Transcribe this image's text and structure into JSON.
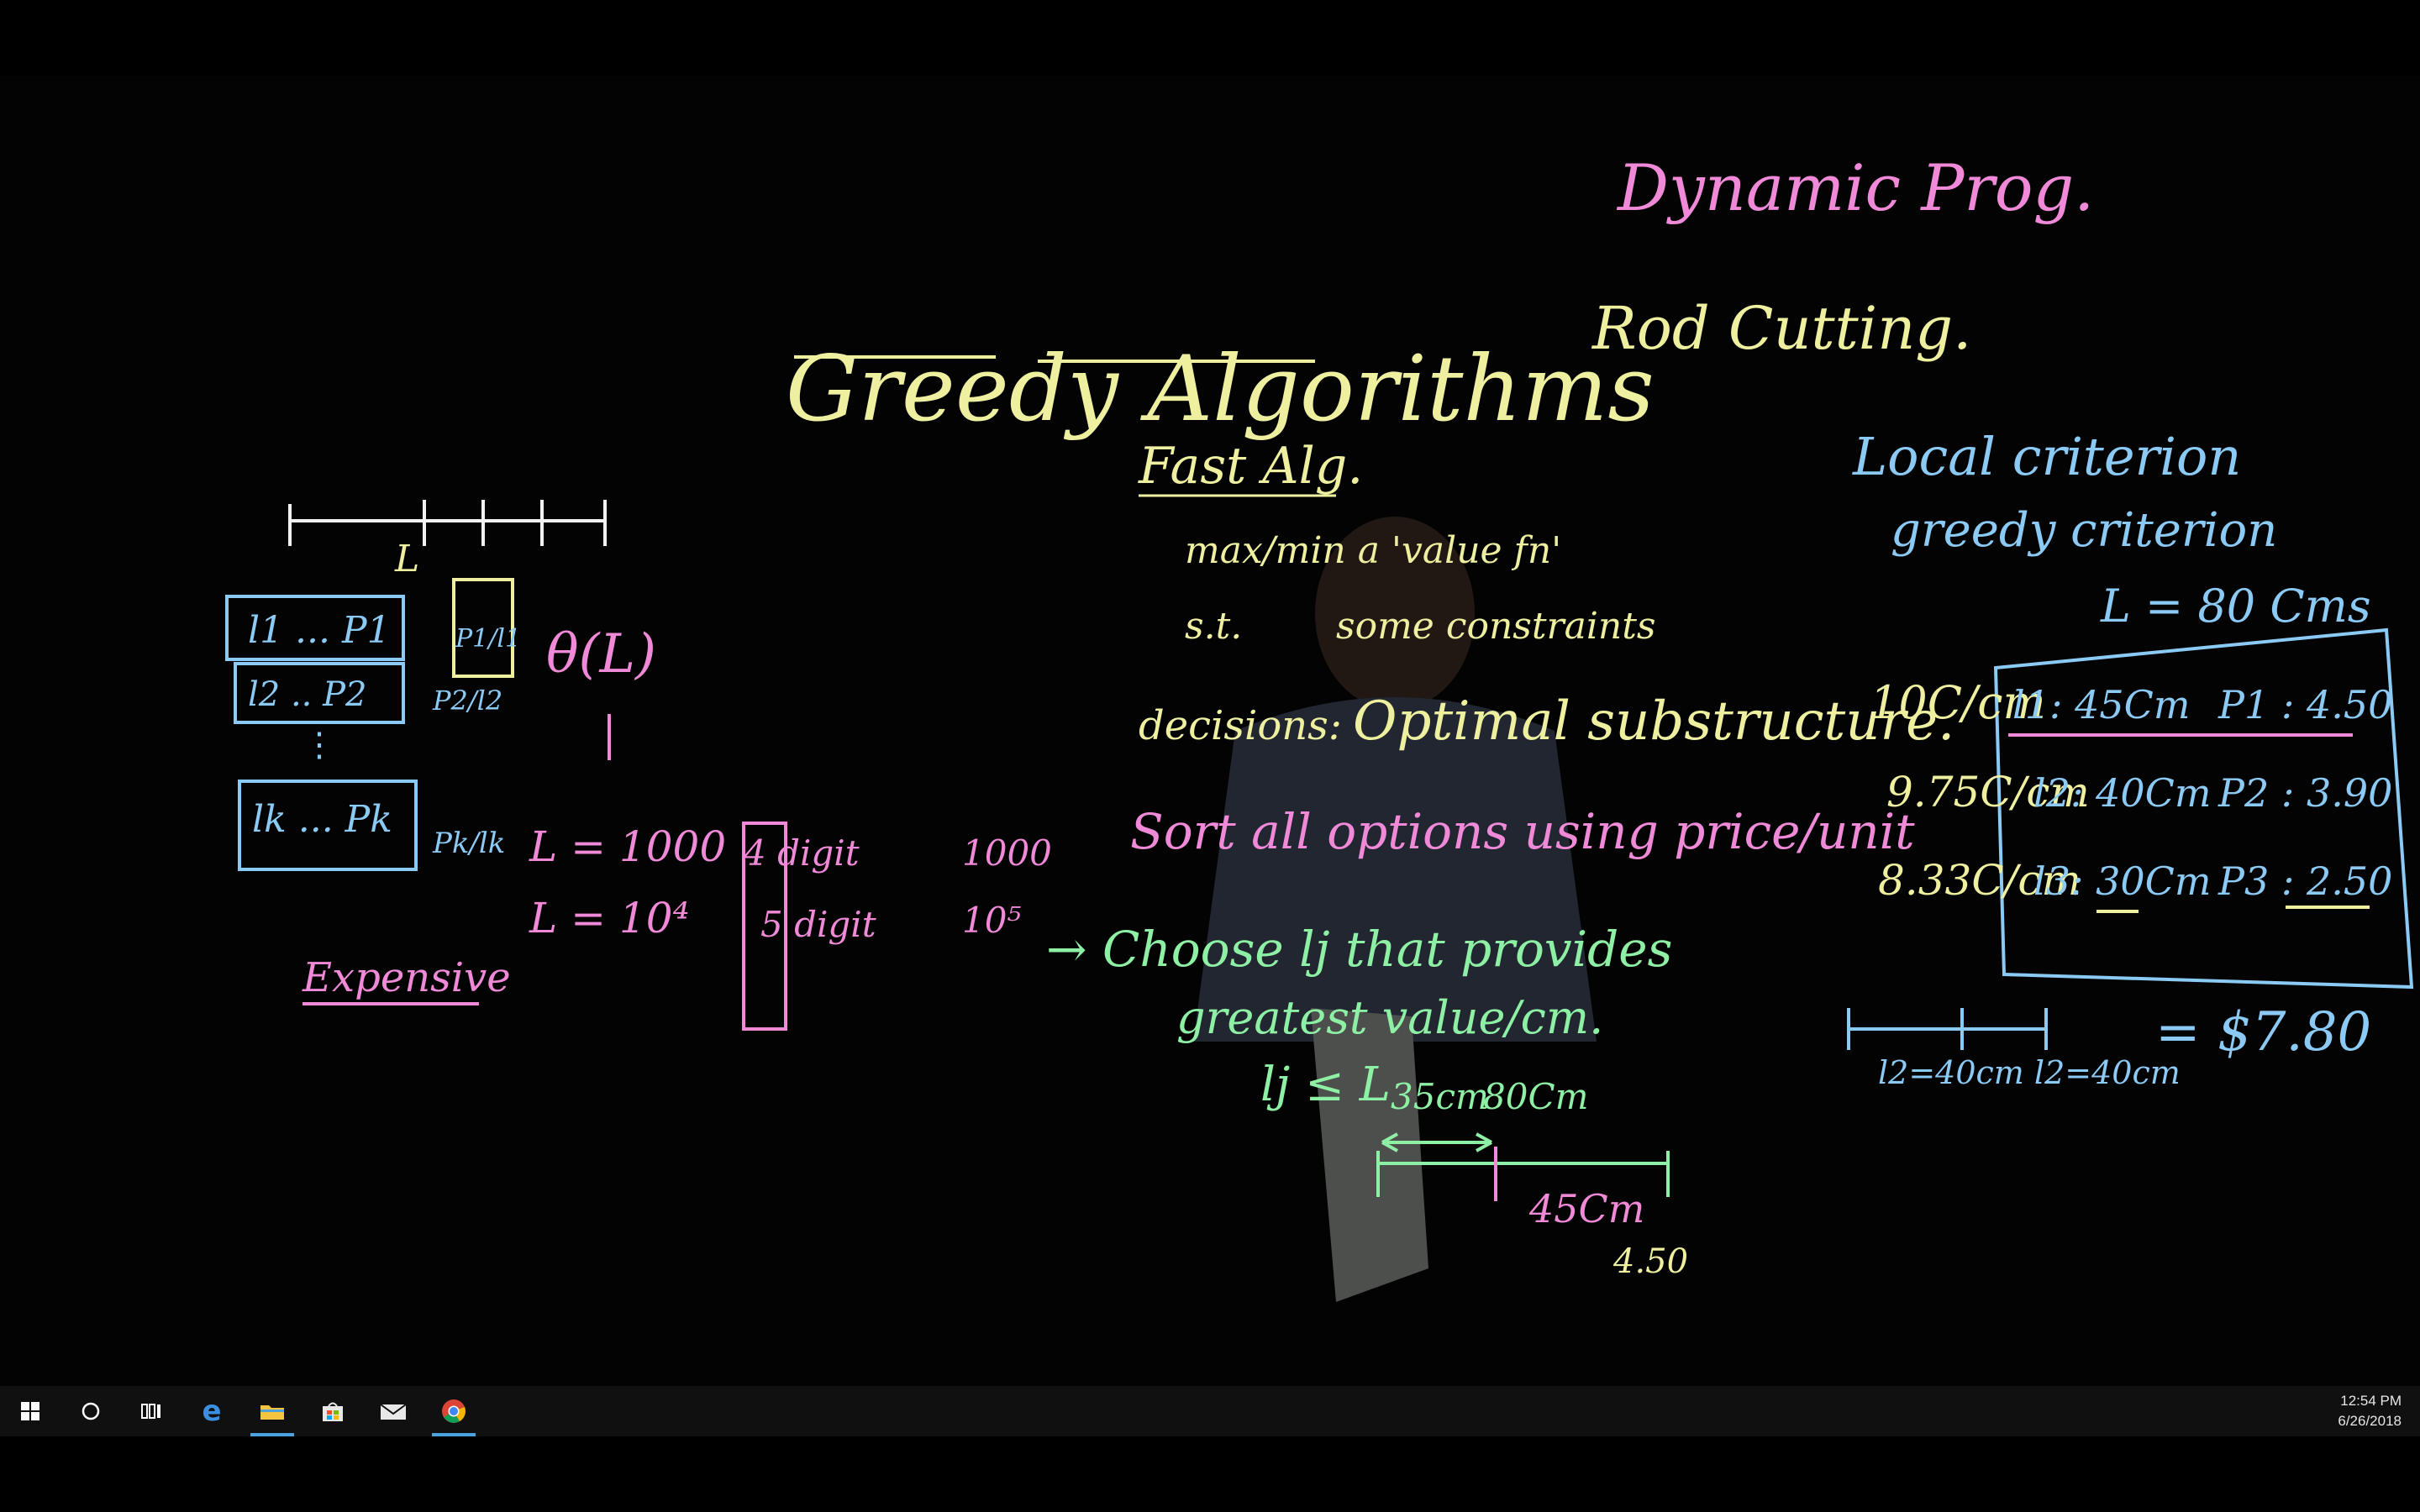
{
  "board": {
    "title": "Greedy Algorithms",
    "dp": {
      "title": "Dynamic Prog.",
      "subtitle": "Rod Cutting."
    },
    "fast_alg": {
      "heading": "Fast Alg.",
      "line1": "max/min a 'value fn'",
      "line2_label": "s.t.",
      "line2_text": "some constraints",
      "decisions_label": "decisions:",
      "optimal": "Optimal substructure.",
      "sort": "Sort all options using price/unit",
      "choose": "→ Choose lj that provides",
      "greatest": "greatest value/cm.",
      "constraint": "lj ≤ L",
      "d1": "35cm",
      "d2": "80Cm",
      "d3": "45Cm",
      "d4": "4.50"
    },
    "local": {
      "line1": "Local criterion",
      "line2": "greedy criterion",
      "L": "L = 80 Cms",
      "rows": [
        {
          "rate": "10C/cm",
          "length": "l1: 45Cm",
          "price": "P1 : 4.50"
        },
        {
          "rate": "9.75C/cm",
          "length": "l2: 40Cm",
          "price": "P2 : 3.90"
        },
        {
          "rate": "8.33C/cm",
          "length": "l3: 30Cm",
          "price": "P3 : 2.50"
        }
      ],
      "cuts": "l2=40cm l2=40cm",
      "total": "= $7.80"
    },
    "left": {
      "L_label": "L",
      "rows": [
        "l1 ... P1",
        "l2 .. P2",
        "lk ... Pk"
      ],
      "ratios": [
        "P1/l1",
        "P2/l2",
        "Pk/lk"
      ],
      "theta": "θ(L)",
      "eq1": "L = 1000",
      "eq2": "L = 10⁴",
      "d1": "4 digit",
      "d2": "5 digit",
      "r1": "1000",
      "r2": "10⁵",
      "expensive": "Expensive"
    }
  },
  "taskbar": {
    "items": [
      "windows-start",
      "cortana",
      "task-view",
      "edge",
      "file-explorer",
      "store",
      "mail",
      "chrome"
    ],
    "time": "12:54 PM",
    "date": "6/26/2018"
  },
  "colors": {
    "yellow": "#eef0a0",
    "green": "#8ef0a4",
    "pink": "#f08ad8",
    "blue": "#8ccaf6",
    "white": "#f2f2f2"
  }
}
